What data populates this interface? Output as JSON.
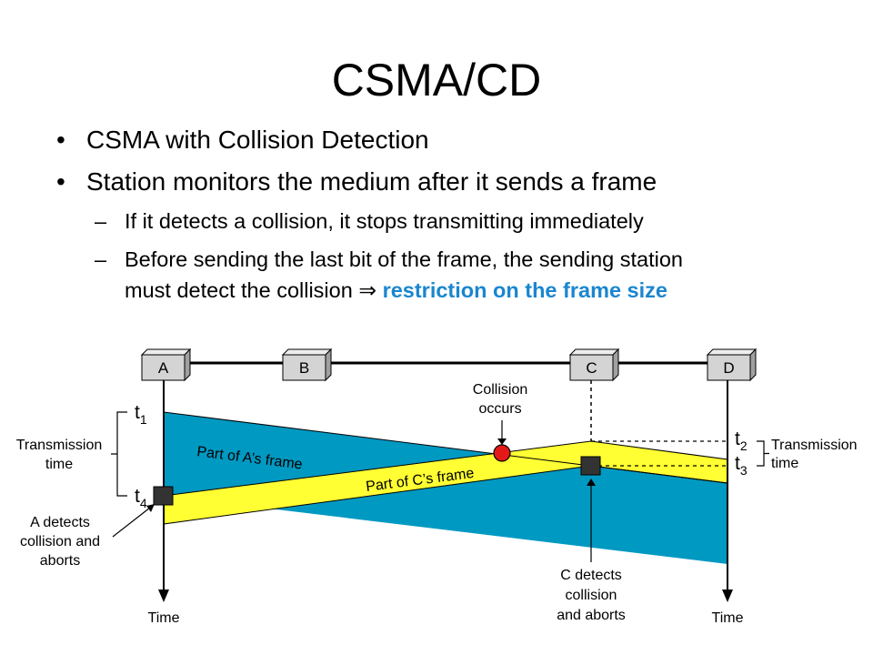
{
  "slide": {
    "title": "CSMA/CD",
    "bullets": [
      "CSMA with Collision Detection",
      "Station monitors the medium after it sends a frame"
    ],
    "sub_bullets": [
      "If it detects a collision, it stops transmitting immediately",
      "Before sending the last bit of the frame, the sending station",
      "must detect the collision",
      "restriction on the frame size"
    ],
    "implies_symbol": "⇒"
  },
  "diagram": {
    "stations": [
      "A",
      "B",
      "C",
      "D"
    ],
    "labels": {
      "t1": "t",
      "t1_sub": "1",
      "t2": "t",
      "t2_sub": "2",
      "t3": "t",
      "t3_sub": "3",
      "t4": "t",
      "t4_sub": "4",
      "transmission_left_1": "Transmission",
      "transmission_left_2": "time",
      "transmission_right_1": "Transmission",
      "transmission_right_2": "time",
      "frame_a": "Part of A’s frame",
      "frame_c": "Part of C’s frame",
      "collision_1": "Collision",
      "collision_2": "occurs",
      "a_detects_1": "A detects",
      "a_detects_2": "collision and",
      "a_detects_3": "aborts",
      "c_detects_1": "C detects",
      "c_detects_2": "collision",
      "c_detects_3": "and aborts",
      "time_a": "Time",
      "time_d": "Time"
    },
    "colors": {
      "frame_a": "#0099c2",
      "frame_c": "#ffff33",
      "collision": "#e31919",
      "station_box": "#d4d4d4",
      "accent": "#1a86cf"
    }
  }
}
